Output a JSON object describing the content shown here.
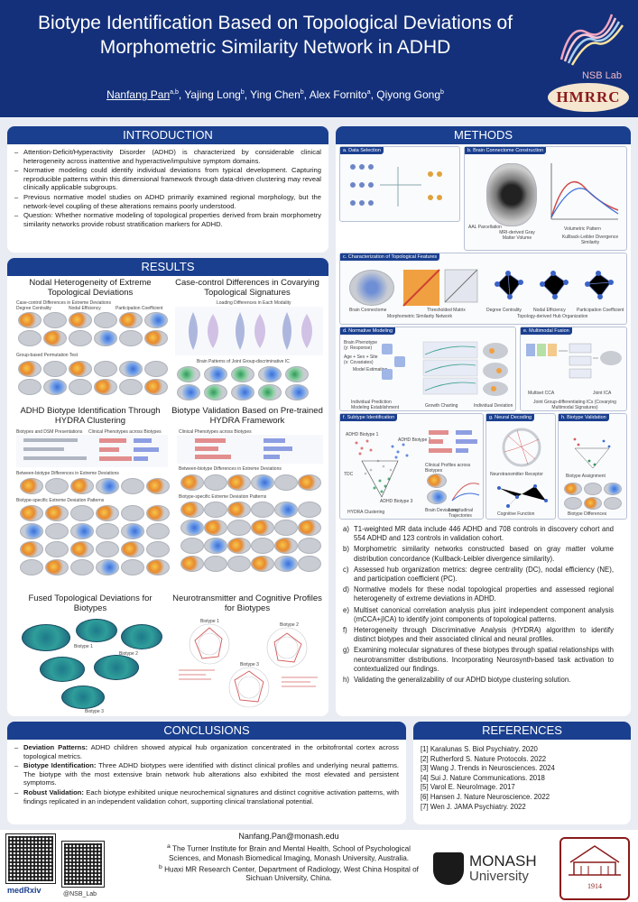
{
  "title": "Biotype Identification Based on Topological Deviations of Morphometric Similarity Network in ADHD",
  "authors": [
    {
      "name": "Nanfang Pan",
      "aff": "a,b"
    },
    {
      "name": "Yajing Long",
      "aff": "b"
    },
    {
      "name": "Ying Chen",
      "aff": "b"
    },
    {
      "name": "Alex Fornito",
      "aff": "a"
    },
    {
      "name": "Qiyong Gong",
      "aff": "b"
    }
  ],
  "logos": {
    "nsb": "NSB Lab",
    "hmrrc": "HMRRC"
  },
  "introduction": {
    "heading": "INTRODUCTION",
    "bullets": [
      "Attention-Deficit/Hyperactivity Disorder (ADHD) is characterized by considerable clinical heterogeneity across inattentive and hyperactive/impulsive symptom domains.",
      "Normative modeling could identify individual deviations from typical development. Capturing reproducible patterns within this dimensional framework through data-driven clustering may reveal clinically applicable subgroups.",
      "Previous normative model studies on ADHD primarily examined regional morphology, but the network-level coupling of these alterations remains poorly understood.",
      "Question: Whether normative modeling of topological properties derived from brain morphometry similarity networks provide robust stratification markers for ADHD."
    ]
  },
  "results": {
    "heading": "RESULTS",
    "panels": [
      {
        "title": "Nodal Heterogeneity of Extreme Topological Deviations",
        "subs": [
          "Case-control Differences in Extreme Deviations",
          "Group-based Permutation Test"
        ]
      },
      {
        "title": "Case-control Differences in Covarying Topological Signatures",
        "subs": [
          "Loading Differences in Each Modality",
          "Brain Patterns of Joint Group-discriminative IC"
        ]
      },
      {
        "title": "ADHD Biotype Identification Through HYDRA Clustering",
        "subs": [
          "Biotypes and DSM Presentations",
          "Clinical Phenotypes across Biotypes",
          "Between-biotype Differences in Extreme Deviations",
          "Biotype-specific Extreme Deviation Patterns"
        ]
      },
      {
        "title": "Biotype Validation Based on Pre-trained HYDRA Framework",
        "subs": [
          "Clinical Phenotypes across Biotypes",
          "Between-biotype Differences in Extreme Deviations",
          "Biotype-specific Extreme Deviation Patterns"
        ]
      },
      {
        "title": "Fused Topological Deviations for Biotypes",
        "subs": [
          "Biotype 1",
          "Biotype 2",
          "Biotype 3"
        ]
      },
      {
        "title": "Neurotransmitter and Cognitive Profiles for Biotypes",
        "subs": [
          "Biotype 1",
          "Biotype 2",
          "Biotype 3"
        ]
      }
    ],
    "metrics": [
      "Degree Centrality",
      "Nodal Efficiency",
      "Participation Coefficient"
    ]
  },
  "methods": {
    "heading": "METHODS",
    "boxes": [
      "a. Data Selection",
      "b. Brain Connectome Construction",
      "c. Characterization of Topological Features",
      "d. Normative Modeling",
      "e. Multimodal Fusion",
      "f. Subtype Identification",
      "g. Neural Decoding",
      "h. Biotype Validation"
    ],
    "figure_labels": {
      "b": [
        "AAL Parcellation",
        "MRI-derived Gray Matter Volume",
        "Volumetric Pattern",
        "Kullback-Leibler Divergence Similarity"
      ],
      "c": [
        "Brain Connectome",
        "Thresholded Matrix",
        "Morphometric Similarity Network",
        "Degree Centrality",
        "Nodal Efficiency",
        "Participation Coefficient",
        "Topology-derived Hub Organization"
      ],
      "d": [
        "Brain Phenotype (y: Response)",
        "Age + Sex + Site (x: Covariates)",
        "Model Estimation",
        "Individual Prediction Modeling Establishment",
        "Growth Charting",
        "Individual Deviation"
      ],
      "e": [
        "Multiset CCA",
        "Joint ICA",
        "Joint Group-differentiating ICs (Covarying Multimodal Signatures)"
      ],
      "f": [
        "ADHD Biotype 1",
        "ADHD Biotype 2",
        "ADHD Biotype 3",
        "TDC",
        "HYDRA Clustering",
        "Clinical Profiles across Biotypes",
        "Brain Deviations",
        "Longitudinal Trajectories"
      ],
      "g": [
        "Neurotransmitter Receptor",
        "Cognitive Function"
      ],
      "h": [
        "Biotype Assignment",
        "Biotype Differences"
      ]
    },
    "items": [
      {
        "letter": "a)",
        "text": "T1-weighted MR data include 446 ADHD and 708 controls in discovery cohort and 554 ADHD and 123 controls in validation cohort."
      },
      {
        "letter": "b)",
        "text": "Morphometric similarity networks constructed based on gray matter volume distribution concordance (Kullback-Leibler divergence similarity)."
      },
      {
        "letter": "c)",
        "text": "Assessed hub organization metrics: degree centrality (DC), nodal efficiency (NE), and participation coefficient (PC)."
      },
      {
        "letter": "d)",
        "text": "Normative models for these nodal topological properties and assessed regional heterogeneity of extreme deviations in ADHD."
      },
      {
        "letter": "e)",
        "text": "Multiset canonical correlation analysis plus joint independent component analysis (mCCA+jICA) to identify joint components of topological patterns."
      },
      {
        "letter": "f)",
        "text": "Heterogeneity through Discriminative Analysis (HYDRA) algorithm to identify distinct biotypes and their associated clinical and neural profiles."
      },
      {
        "letter": "g)",
        "text": "Examining molecular signatures of these biotypes through spatial relationships with neurotransmitter distributions. Incorporating Neurosynth-based task activation to contextualized our findings."
      },
      {
        "letter": "h)",
        "text": "Validating the generalizability of our ADHD biotype clustering solution."
      }
    ]
  },
  "conclusions": {
    "heading": "CONCLUSIONS",
    "items": [
      {
        "lead": "Deviation Patterns:",
        "text": " ADHD children showed atypical hub organization concentrated in the orbitofrontal cortex across topological metrics."
      },
      {
        "lead": "Biotype Identification:",
        "text": " Three ADHD biotypes were identified with distinct clinical profiles and underlying neural patterns. The biotype with the most extensive brain network hub alterations also exhibited the most elevated and persistent symptoms."
      },
      {
        "lead": "Robust Validation:",
        "text": " Each biotype exhibited unique neurochemical signatures and distinct cognitive activation patterns, with findings replicated in an independent validation cohort, supporting clinical translational potential."
      }
    ]
  },
  "references": {
    "heading": "REFERENCES",
    "items": [
      "[1] Karalunas S. Biol Psychiatry. 2020",
      "[2] Rutherford S. Nature Protocols. 2022",
      "[3] Wang J. Trends in Neurosciences. 2024",
      "[4] Sui J. Nature Communications. 2018",
      "[5] Varol E. NeuroImage. 2017",
      "[6] Hansen J. Nature Neuroscience. 2022",
      "[7] Wen J. JAMA Psychiatry. 2022"
    ]
  },
  "footer": {
    "email": "Nanfang.Pan@monash.edu",
    "aff_a": "The Turner Institute for Brain and Mental Health, School of Psychological Sciences, and Monash Biomedical Imaging, Monash University, Australia.",
    "aff_b": "Huaxi MR Research Center, Department of Radiology, West China Hospital of Sichuan University, China.",
    "medrxiv": "medRxiv",
    "nsb_handle": "@NSB_Lab",
    "monash_1": "MONASH",
    "monash_2": "University",
    "seal_year": "1914"
  },
  "colors": {
    "header": "#14307a",
    "panel_head": "#1a3f8f",
    "background": "#e9ecf2"
  }
}
